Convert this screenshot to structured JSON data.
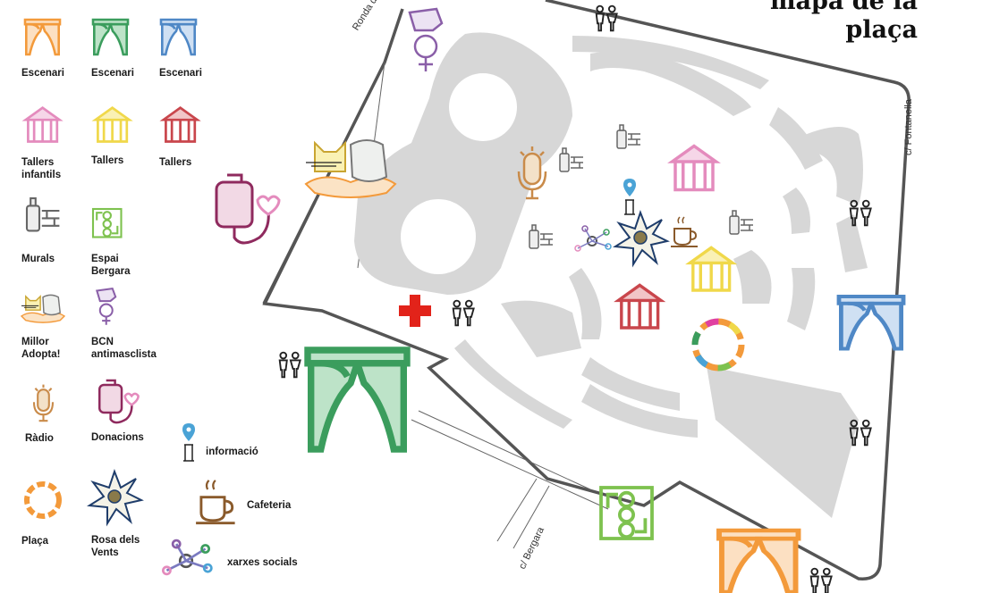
{
  "map_title": "mapa de la\nplaça",
  "streets": {
    "ronda": "Ronda de Sa",
    "fontanella": "c/ Fontanella",
    "bergara": "c/ Bergara"
  },
  "legend": {
    "escenari_orange": "Escenari",
    "escenari_green": "Escenari",
    "escenari_blue": "Escenari",
    "tallers_infantils": "Tallers\ninfantils",
    "tallers_yellow": "Tallers",
    "tallers_red": "Tallers",
    "murals": "Murals",
    "espai_bergara": "Espai\nBergara",
    "millor_adopta": "Millor\nAdopta!",
    "bcn_antimasclista": "BCN\nantimasclista",
    "radio": "Ràdio",
    "donacions": "Donacions",
    "informacio": "informació",
    "cafeteria": "Cafeteria",
    "placa": "Plaça",
    "rosa_dels_vents": "Rosa dels\nVents",
    "xarxes_socials": "xarxes socials"
  },
  "colors": {
    "orange": "#f39a3b",
    "green": "#3b9d5d",
    "blue": "#4f88c6",
    "pink": "#e48bbd",
    "yellow": "#f0d84a",
    "red": "#c9464c",
    "lime": "#7ec24f",
    "purple": "#8a5fa8",
    "maroon": "#8f2a5e",
    "navy": "#1f3d6b",
    "tan": "#c98b4a",
    "brown": "#8a5a2b",
    "cross": "#e2231a",
    "grey": "#d7d7d7",
    "road": "#555555"
  }
}
